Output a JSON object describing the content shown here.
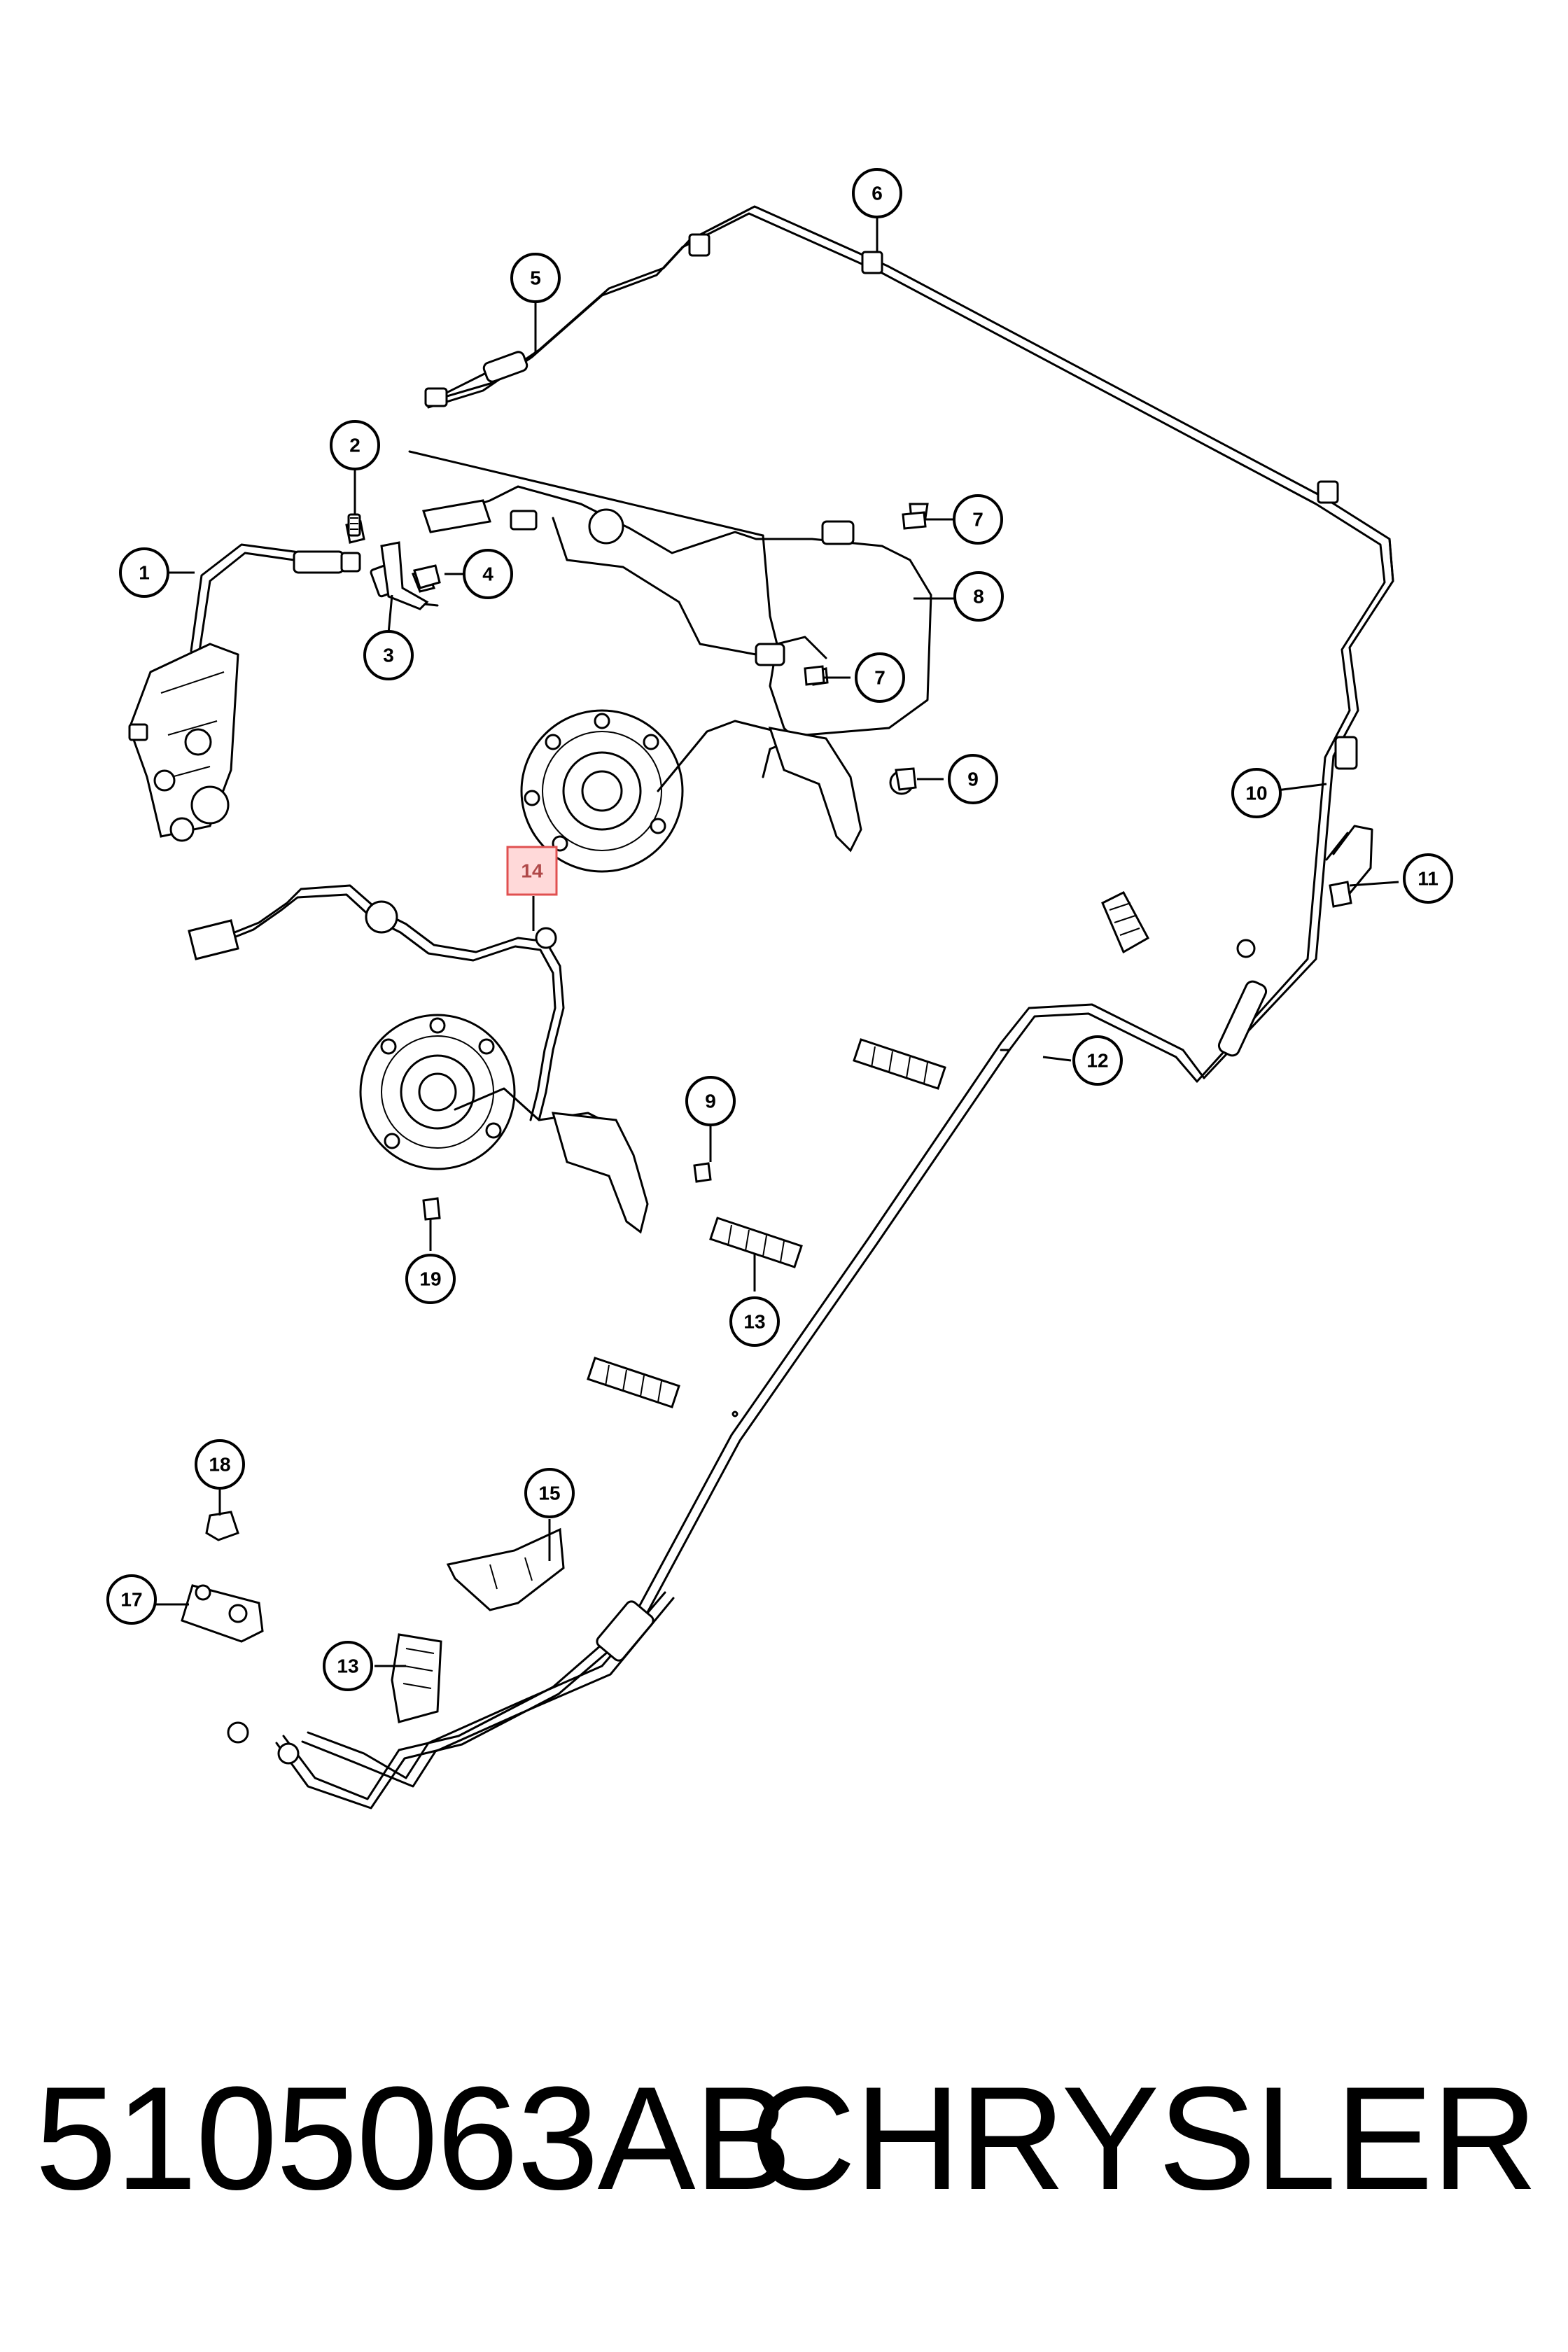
{
  "callouts": {
    "c1": "1",
    "c2": "2",
    "c3": "3",
    "c4": "4",
    "c5": "5",
    "c6": "6",
    "c7a": "7",
    "c7b": "7",
    "c8": "8",
    "c9a": "9",
    "c9b": "9",
    "c10": "10",
    "c11": "11",
    "c12": "12",
    "c13a": "13",
    "c13b": "13",
    "c14": "14",
    "c15": "15",
    "c17": "17",
    "c18": "18",
    "c19": "19"
  },
  "highlighted_callout": "14",
  "colors": {
    "line": "#000000",
    "highlight_fill": "#ffd9d9",
    "highlight_stroke": "#e05050"
  },
  "footer": {
    "part_number": "5105063AB",
    "brand": "CHRYSLER"
  }
}
